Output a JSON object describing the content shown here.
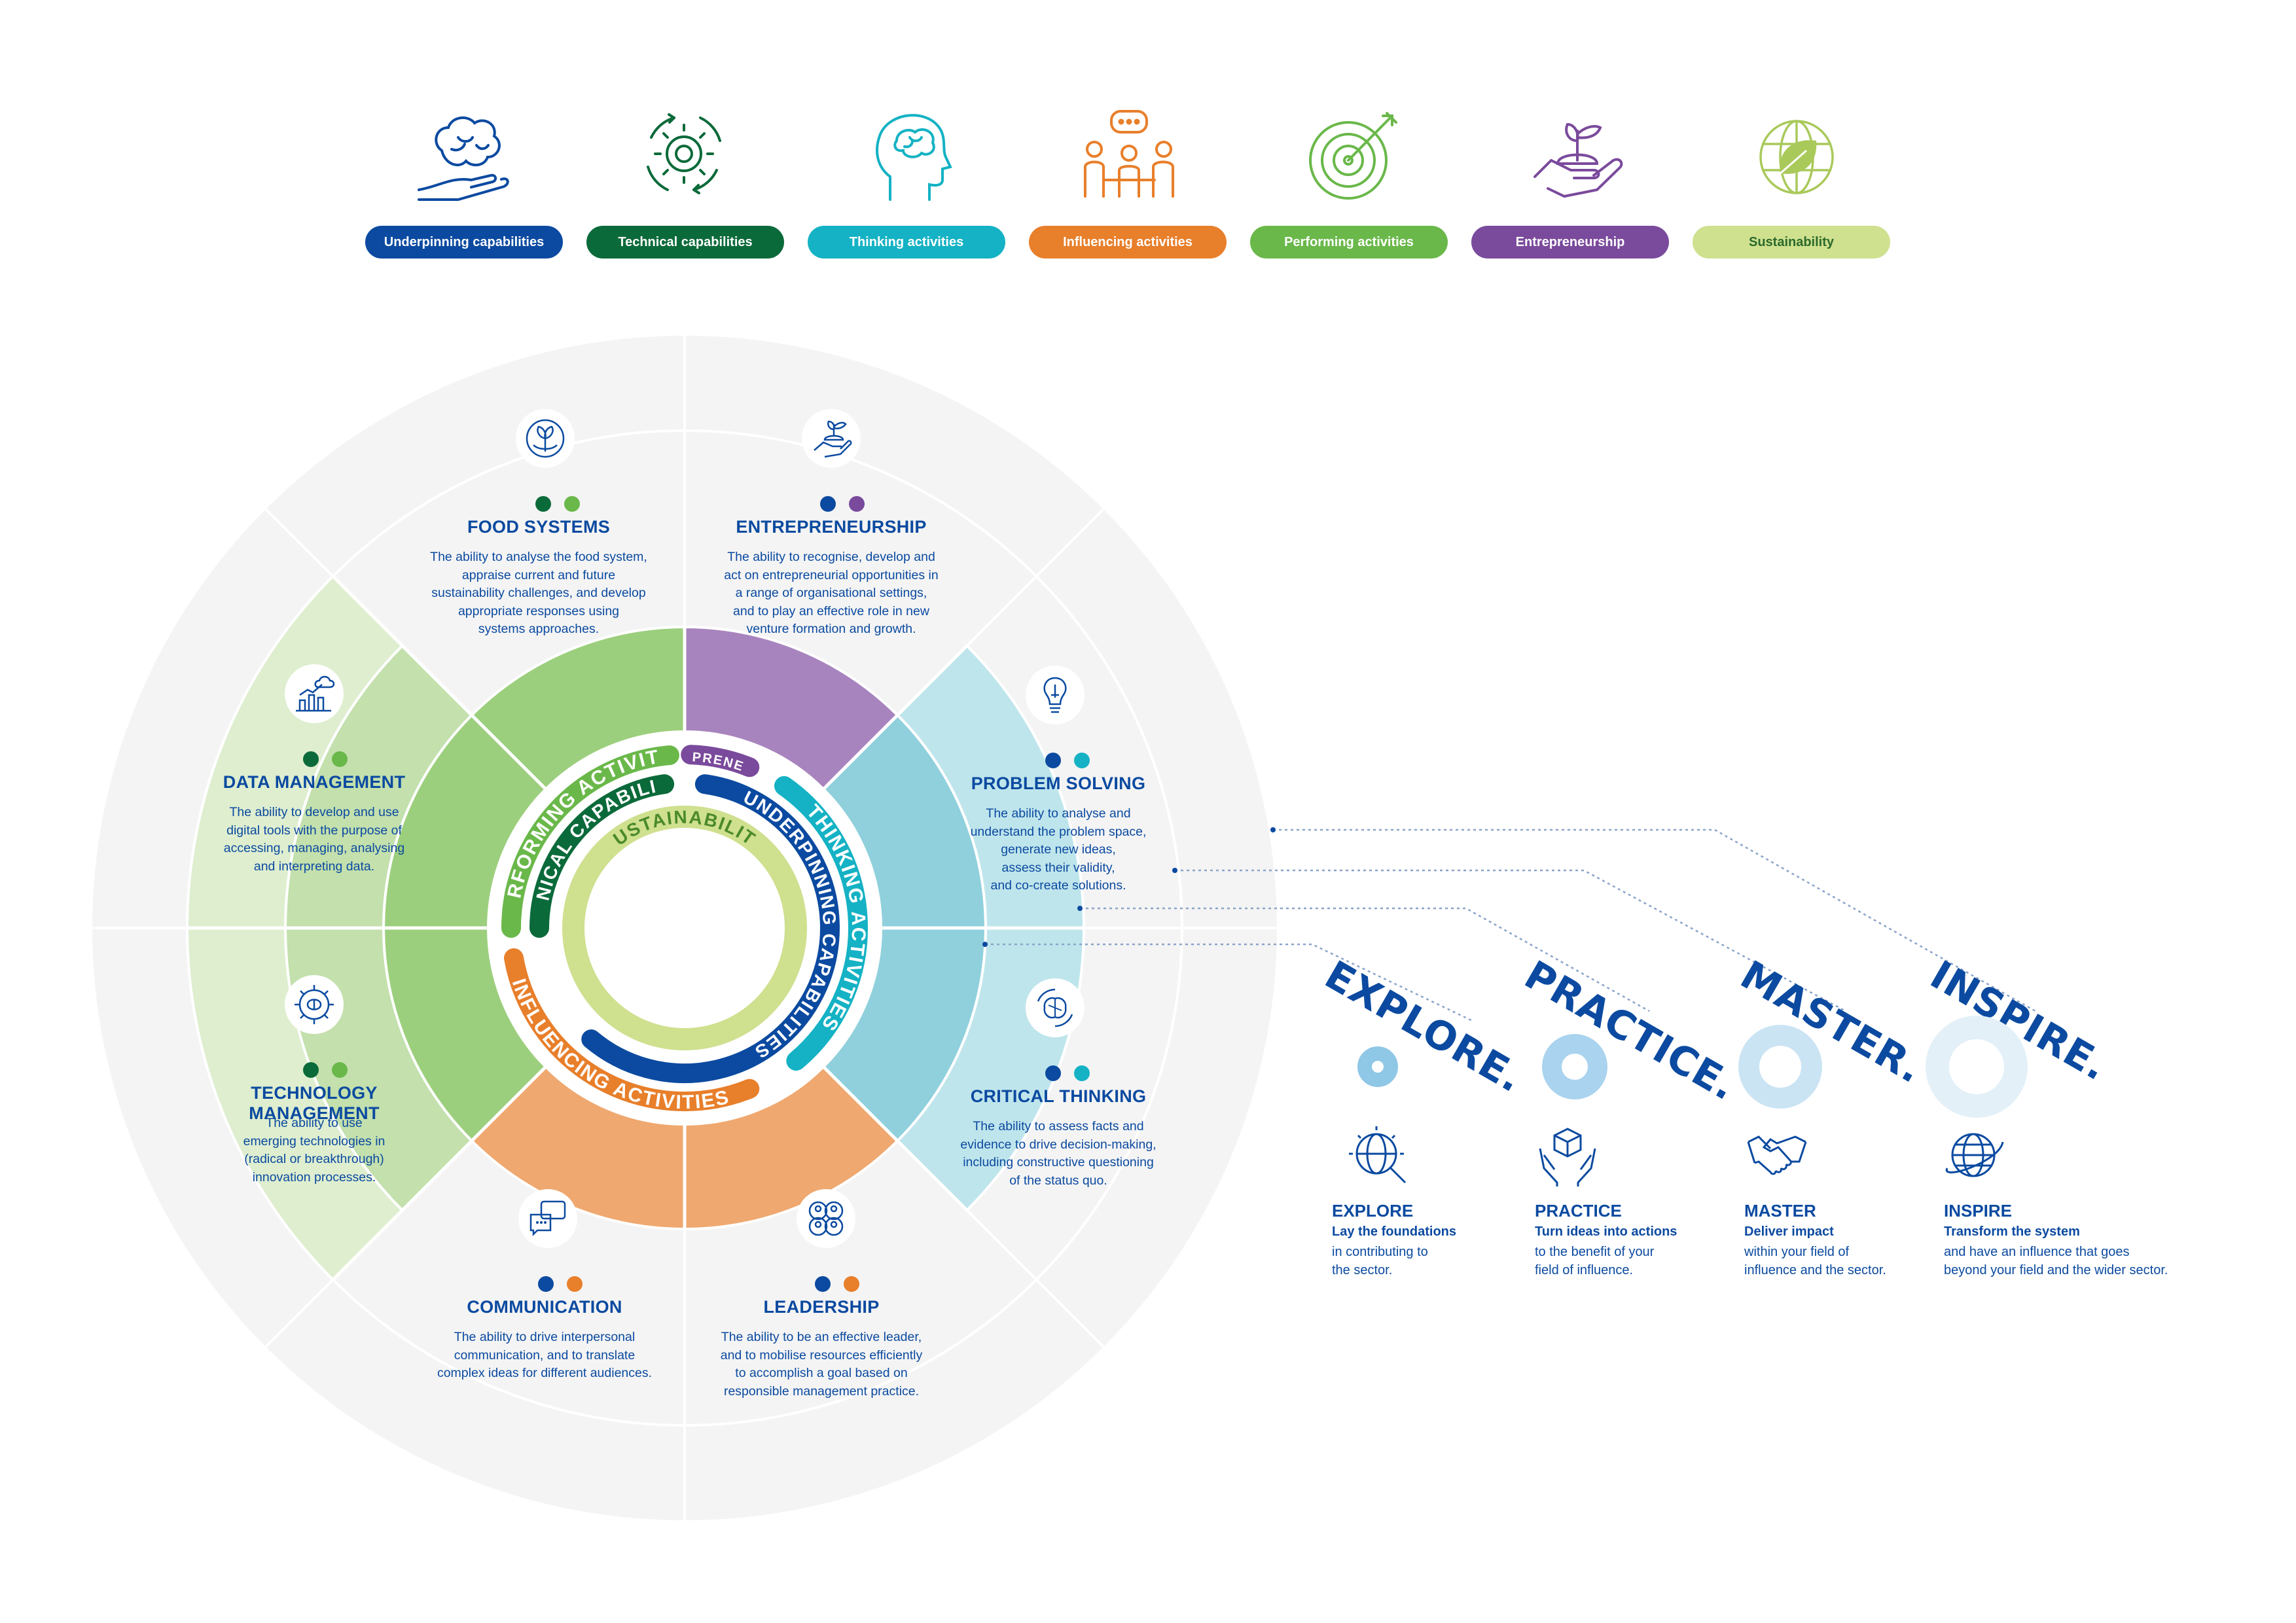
{
  "legend": [
    {
      "label": "Underpinning capabilities",
      "color": "#0b4aa0",
      "icon": "brain-hand-icon"
    },
    {
      "label": "Technical capabilities",
      "color": "#0b6a3a",
      "icon": "gears-cycle-icon"
    },
    {
      "label": "Thinking activities",
      "color": "#14b2c4",
      "icon": "head-brain-icon"
    },
    {
      "label": "Influencing activities",
      "color": "#e87f2b",
      "icon": "speaking-group-icon"
    },
    {
      "label": "Performing activities",
      "color": "#6ab84a",
      "icon": "target-arrow-icon"
    },
    {
      "label": "Entrepreneurship",
      "color": "#7a4a9c",
      "icon": "hand-plant-icon"
    },
    {
      "label": "Sustainability",
      "color": "#cfe08f",
      "icon": "leaf-globe-icon",
      "text_color": "#2b6a2a"
    }
  ],
  "wheel": {
    "inner_rings": {
      "sustainability": "SUSTAINABILITY",
      "underpinning": "UNDERPINNING CAPABILITIES",
      "technical": "TECHNICAL CAPABILITIES",
      "thinking": "THINKING ACTIVITIES",
      "performing": "PERFORMING ACTIVITIES",
      "entrepreneurship": "ENTREPRENEURSHIP",
      "influencing": "INFLUENCING ACTIVITIES"
    },
    "competencies": [
      {
        "id": "food-systems",
        "title": "FOOD SYSTEMS",
        "icon": "plant-emblem-icon",
        "dots": [
          "#0b6a3a",
          "#6ab84a"
        ],
        "desc": [
          "The ability to analyse the food system,",
          "appraise current and future",
          "sustainability challenges, and develop",
          "appropriate responses using",
          "systems approaches."
        ]
      },
      {
        "id": "entrepreneurship",
        "title": "ENTREPRENEURSHIP",
        "icon": "hand-sprout-icon",
        "dots": [
          "#0b4aa0",
          "#7a4a9c"
        ],
        "desc": [
          "The ability to recognise, develop and",
          "act on entrepreneurial opportunities in",
          "a range of organisational settings,",
          "and to play an effective role in new",
          "venture formation and growth."
        ]
      },
      {
        "id": "problem-solving",
        "title": "PROBLEM SOLVING",
        "icon": "lightbulb-icon",
        "dots": [
          "#0b4aa0",
          "#14b2c4"
        ],
        "desc": [
          "The ability to analyse and",
          "understand the problem space,",
          "generate new ideas,",
          "assess their validity,",
          "and co-create solutions."
        ]
      },
      {
        "id": "critical-thinking",
        "title": "CRITICAL THINKING",
        "icon": "brain-cycle-icon",
        "dots": [
          "#0b4aa0",
          "#14b2c4"
        ],
        "desc": [
          "The ability to assess facts and",
          "evidence to drive decision-making,",
          "including constructive questioning",
          "of the status quo."
        ]
      },
      {
        "id": "leadership",
        "title": "LEADERSHIP",
        "icon": "team-icon",
        "dots": [
          "#0b4aa0",
          "#e87f2b"
        ],
        "desc": [
          "The ability to be an effective leader,",
          "and to mobilise resources efficiently",
          "to accomplish a goal based on",
          "responsible management practice."
        ]
      },
      {
        "id": "communication",
        "title": "COMMUNICATION",
        "icon": "chat-bubbles-icon",
        "dots": [
          "#0b4aa0",
          "#e87f2b"
        ],
        "desc": [
          "The ability to drive interpersonal",
          "communication, and to translate",
          "complex ideas for different audiences."
        ]
      },
      {
        "id": "technology-management",
        "title": "TECHNOLOGY MANAGEMENT",
        "icon": "chip-brain-icon",
        "dots": [
          "#0b6a3a",
          "#6ab84a"
        ],
        "desc": [
          "The ability to use",
          "emerging technologies in",
          "(radical or breakthrough)",
          "innovation processes."
        ]
      },
      {
        "id": "data-management",
        "title": "DATA MANAGEMENT",
        "icon": "cloud-chart-icon",
        "dots": [
          "#0b6a3a",
          "#6ab84a"
        ],
        "desc": [
          "The ability to develop and use",
          "digital tools with the purpose of",
          "accessing, managing, analysing",
          "and interpreting data."
        ]
      }
    ]
  },
  "levels": [
    {
      "word": "EXPLORE.",
      "title": "EXPLORE",
      "subtitle": "Lay the foundations",
      "desc": [
        "in contributing to",
        "the sector."
      ],
      "ring_color": "#8fc7e6",
      "icon": "globe-magnifier-icon"
    },
    {
      "word": "PRACTICE.",
      "title": "PRACTICE",
      "subtitle": "Turn ideas into actions",
      "desc": [
        "to the benefit of your",
        "field of influence."
      ],
      "ring_color": "#a9d3ee",
      "icon": "hands-cube-icon"
    },
    {
      "word": "MASTER.",
      "title": "MASTER",
      "subtitle": "Deliver impact",
      "desc": [
        "within your field of",
        "influence and the sector."
      ],
      "ring_color": "#cbe4f4",
      "icon": "handshake-icon"
    },
    {
      "word": "INSPIRE.",
      "title": "INSPIRE",
      "subtitle": "Transform the system",
      "desc": [
        "and have an influence that goes",
        "beyond your field and the wider sector."
      ],
      "ring_color": "#e3f0f8",
      "icon": "globe-orbit-icon"
    }
  ]
}
